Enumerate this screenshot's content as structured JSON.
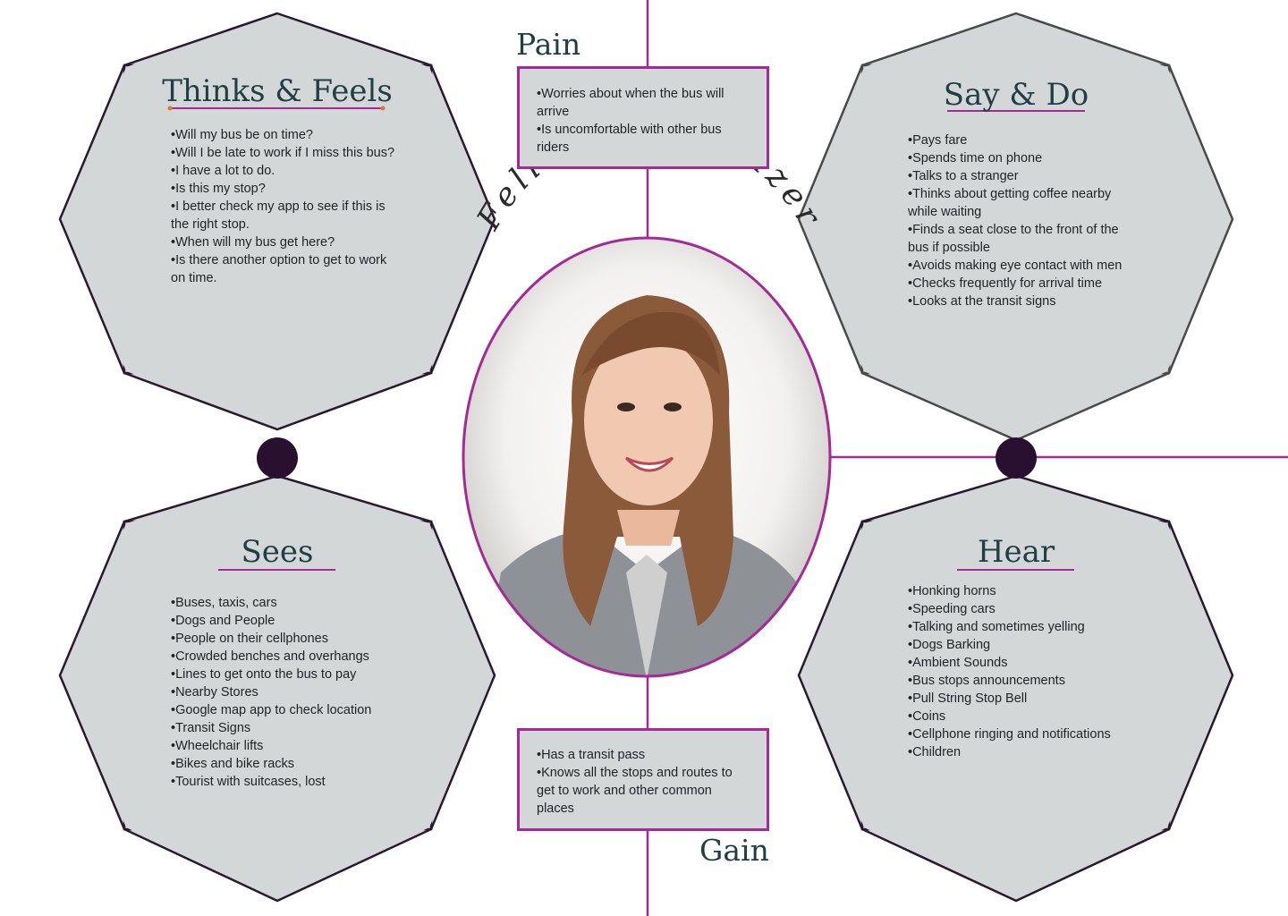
{
  "persona": {
    "name": "Felicity Stargazer",
    "photo_icon": "persona-photo-icon"
  },
  "pain": {
    "title": "Pain",
    "items": [
      "•Worries about when the bus will arrive",
      "•Is uncomfortable with other bus riders"
    ]
  },
  "gain": {
    "title": "Gain",
    "items": [
      "•Has a transit pass",
      "•Knows all the stops and routes to get to work and other common places"
    ]
  },
  "thinks_feels": {
    "title": "Thinks & Feels",
    "items": [
      "•Will my bus be on time?",
      "•Will I be late to work if I miss this bus?",
      "•I have a lot to do.",
      "•Is this my stop?",
      "•I better check my app to see if this is the right stop.",
      "•When will my bus get here?",
      "•Is there another option to get to work on time."
    ]
  },
  "say_do": {
    "title": "Say & Do",
    "items": [
      "•Pays fare",
      "•Spends time on phone",
      "•Talks to a stranger",
      "•Thinks about getting coffee nearby while waiting",
      "•Finds a seat close to the front of the bus if possible",
      "•Avoids making eye contact with men",
      "•Checks frequently for arrival time",
      "•Looks at the transit signs"
    ]
  },
  "sees": {
    "title": "Sees",
    "items": [
      "•Buses, taxis, cars",
      "•Dogs and People",
      "•People on their cellphones",
      "•Crowded benches and overhangs",
      "•Lines to get onto the bus to pay",
      "•Nearby Stores",
      "•Google map app to check location",
      "•Transit Signs",
      "•Wheelchair lifts",
      "•Bikes and bike racks",
      "•Tourist with suitcases, lost"
    ]
  },
  "hear": {
    "title": "Hear",
    "items": [
      "•Honking horns",
      "•Speeding cars",
      "•Talking and sometimes yelling",
      "•Dogs Barking",
      "•Ambient Sounds",
      "•Bus stops announcements",
      "•Pull String Stop Bell",
      "•Coins",
      "•Cellphone ringing and notifications",
      "•Children"
    ]
  },
  "colors": {
    "accent": "#a32a97",
    "star_fill": "#d4d7d8",
    "star_stroke": "#2a1a2e",
    "title_text": "#1f3f44",
    "dot": "#2a1030"
  }
}
